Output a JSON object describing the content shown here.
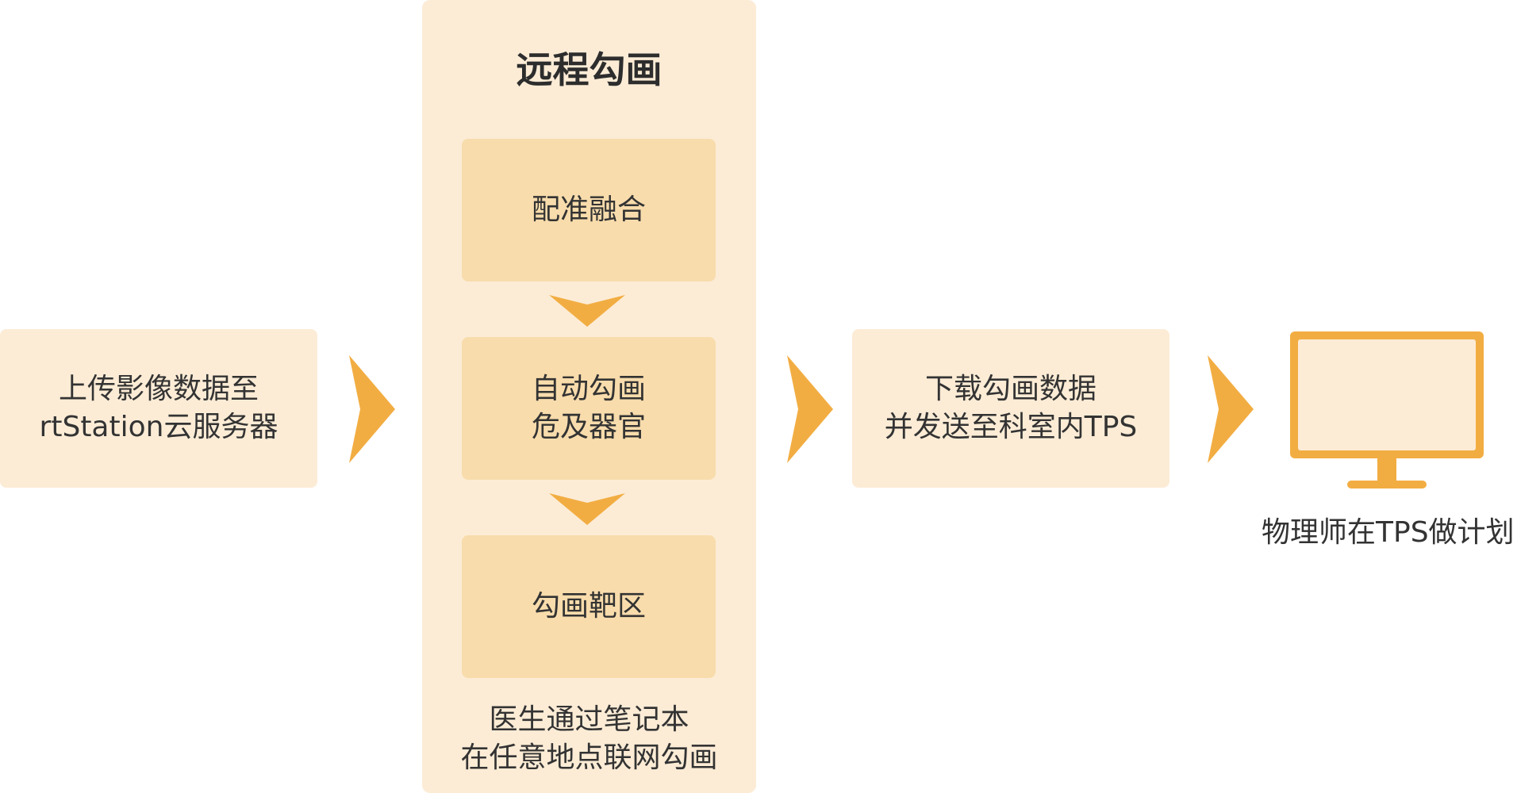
{
  "colors": {
    "light_fill": "#fcecd6",
    "mid_fill": "#f8dcac",
    "accent": "#f2ad42",
    "text": "#333333"
  },
  "steps": {
    "upload": {
      "lines": [
        "上传影像数据至",
        "rtStation云服务器"
      ]
    },
    "remote": {
      "title": "远程勾画",
      "substeps": [
        {
          "lines": [
            "配准融合"
          ]
        },
        {
          "lines": [
            "自动勾画",
            "危及器官"
          ]
        },
        {
          "lines": [
            "勾画靶区"
          ]
        }
      ],
      "note": [
        "医生通过笔记本",
        "在任意地点联网勾画"
      ]
    },
    "download": {
      "lines": [
        "下载勾画数据",
        "并发送至科室内TPS"
      ]
    },
    "tps": {
      "icon": "monitor-icon",
      "caption": "物理师在TPS做计划"
    }
  }
}
